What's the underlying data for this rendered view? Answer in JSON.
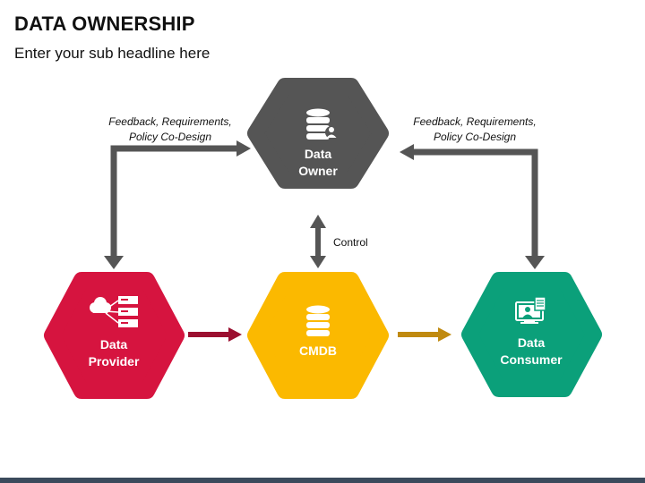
{
  "title": "DATA OWNERSHIP",
  "subtitle": "Enter your sub headline here",
  "nodes": {
    "owner": {
      "line1": "Data",
      "line2": "Owner",
      "color": "#555555",
      "icon": "database-user-icon"
    },
    "provider": {
      "line1": "Data",
      "line2": "Provider",
      "color": "#d6143f",
      "icon": "cloud-server-icon"
    },
    "cmdb": {
      "label": "CMDB",
      "color": "#fbb900",
      "icon": "database-icon"
    },
    "consumer": {
      "line1": "Data",
      "line2": "Consumer",
      "color": "#0ba07a",
      "icon": "monitor-document-icon"
    }
  },
  "notes": {
    "left": {
      "line1": "Feedback, Requirements,",
      "line2": "Policy Co-Design"
    },
    "right": {
      "line1": "Feedback, Requirements,",
      "line2": "Policy Co-Design"
    },
    "control": "Control"
  },
  "colors": {
    "connector": "#555555",
    "provider_arrow": "#9b1030",
    "cmdb_arrow": "#c08a10",
    "bottom_bar": "#3b4a5c"
  }
}
